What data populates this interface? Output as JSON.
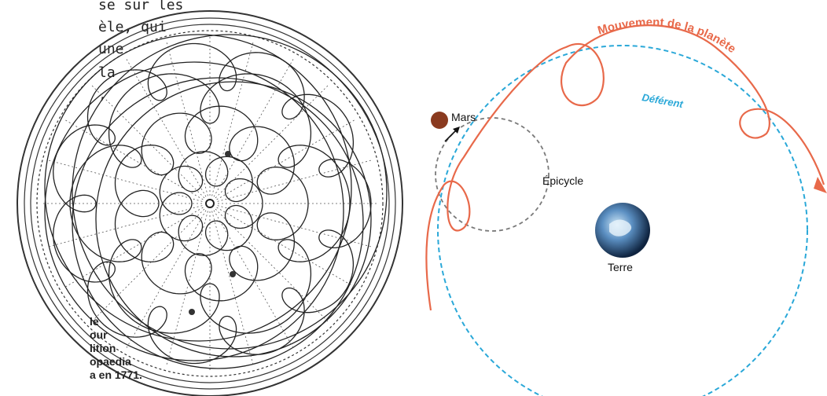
{
  "left_text_lines": [
    "se sur les",
    "èle, qui",
    "une",
    "la",
    ","
  ],
  "caption_lines": [
    "le",
    "our",
    "lition",
    "opaedia",
    "a en 1771."
  ],
  "diagram": {
    "planet_motion_label": "Mouvement de la planète",
    "deferent_label": "Déférent",
    "planet_label": "Mars",
    "epicycle_label": "Épicycle",
    "earth_label": "Terre"
  },
  "colors": {
    "planet_path": "#e8694a",
    "deferent": "#2aa8d8",
    "epicycle": "#7a7a7a",
    "planet": "#8a3a1f",
    "earth": "#2b5b8f"
  }
}
